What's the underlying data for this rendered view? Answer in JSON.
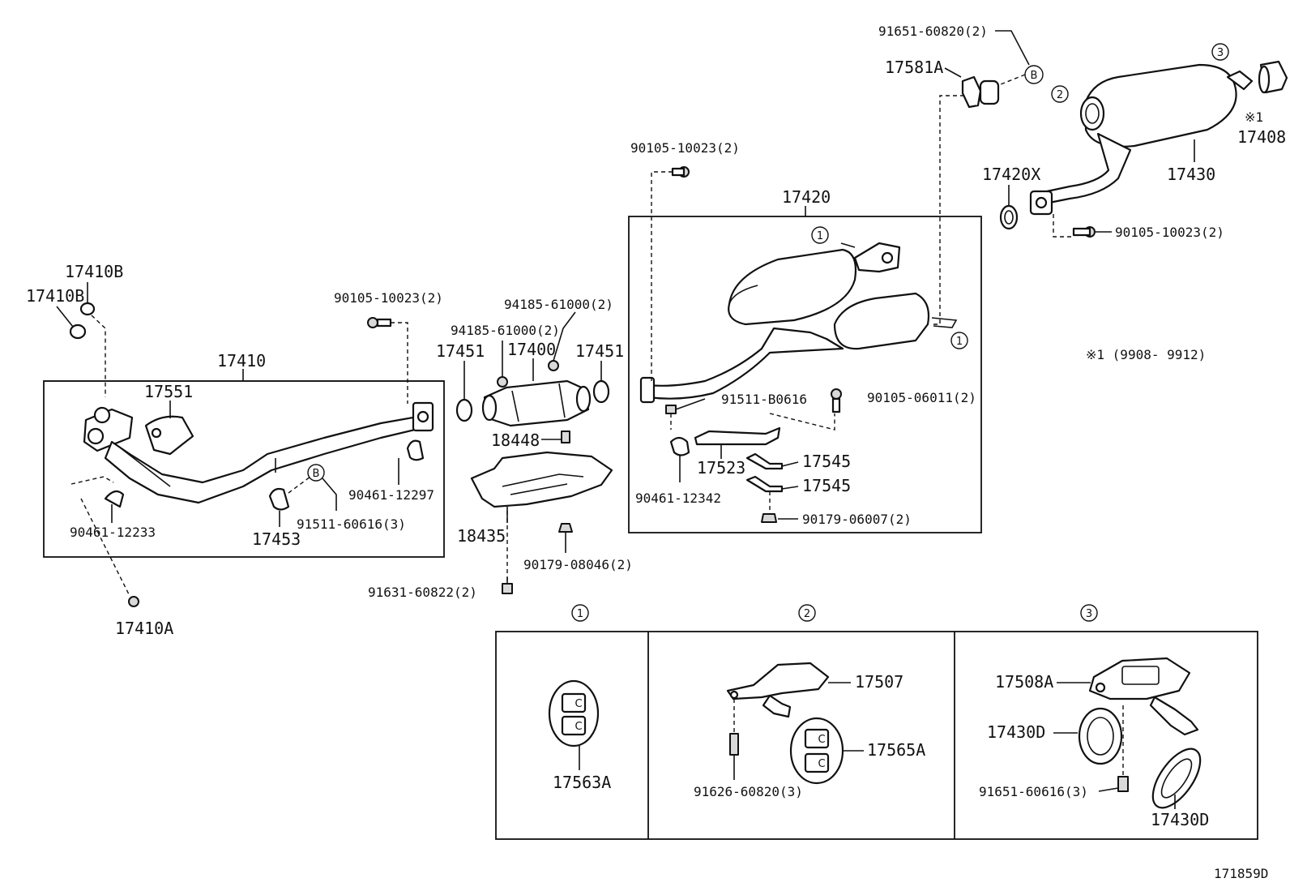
{
  "labels": {
    "p17410B_top": "17410B",
    "p17410B_left": "17410B",
    "p17410": "17410",
    "p17551": "17551",
    "p90461_12233": "90461-12233",
    "p17453": "17453",
    "p91511_60616": "91511-60616(3)",
    "p90461_12297": "90461-12297",
    "p90105_10023_a": "90105-10023(2)",
    "p17410A": "17410A",
    "p94185_61000_a": "94185-61000(2)",
    "p94185_61000_b": "94185-61000(2)",
    "p17400": "17400",
    "p17451_left": "17451",
    "p17451_right": "17451",
    "p18448": "18448",
    "p18435": "18435",
    "p90179_08046": "90179-08046(2)",
    "p91631_60822": "91631-60822(2)",
    "p90105_10023_b": "90105-10023(2)",
    "p17420": "17420",
    "p91511_B0616": "91511-B0616",
    "p90105_06011": "90105-06011(2)",
    "p17523": "17523",
    "p17545_a": "17545",
    "p17545_b": "17545",
    "p90461_12342": "90461-12342",
    "p90179_06007": "90179-06007(2)",
    "p91651_60820": "91651-60820(2)",
    "p17581A": "17581A",
    "p17420X": "17420X",
    "p17430": "17430",
    "p17408": "17408",
    "p90105_10023_c": "90105-10023(2)",
    "note_star1": "※1",
    "note_range": "※1 (9908- 9912)",
    "p17563A": "17563A",
    "p17507": "17507",
    "p17565A": "17565A",
    "p91626_60820": "91626-60820(3)",
    "p17508A": "17508A",
    "p17430D_a": "17430D",
    "p17430D_b": "17430D",
    "p91651_60616": "91651-60616(3)",
    "diagram_code": "171859D"
  },
  "markers": {
    "c1": "1",
    "c2": "2",
    "c3": "3",
    "cB": "B"
  }
}
